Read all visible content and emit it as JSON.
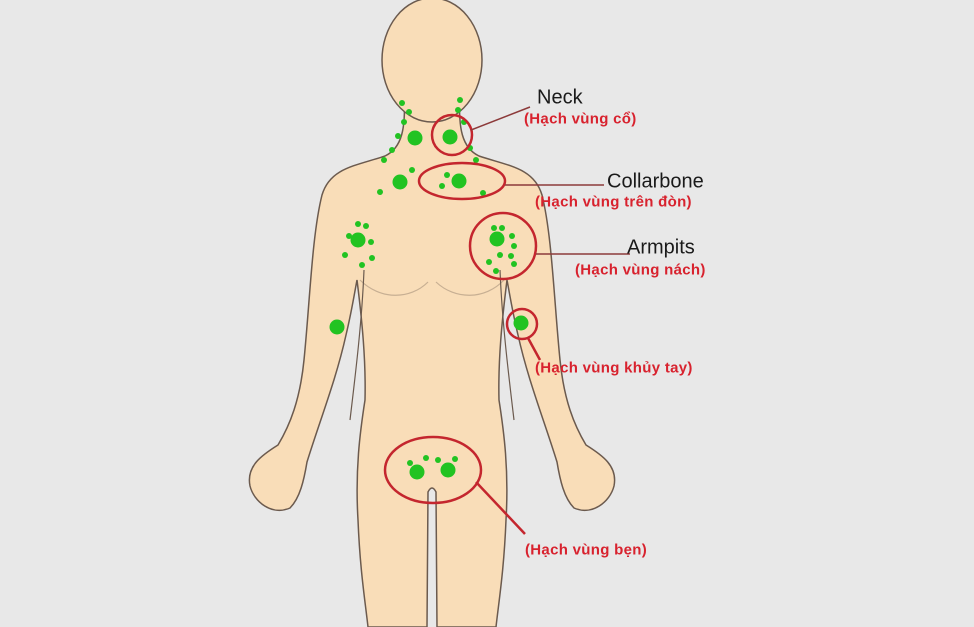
{
  "colors": {
    "background": "#e8e8e8",
    "skin": "#f9ddb8",
    "outline": "#6b5a4e",
    "node": "#22c322",
    "marker": "#c4262e",
    "label_vi": "#d8222e"
  },
  "labels": {
    "neck": {
      "en": "Neck",
      "vi": "(Hạch vùng cổ)"
    },
    "collarbone": {
      "en": "Collarbone",
      "vi": "(Hạch vùng trên đòn)"
    },
    "armpits": {
      "en": "Armpits",
      "vi": "(Hạch vùng nách)"
    },
    "elbow": {
      "vi": "(Hạch vùng khủy tay)"
    },
    "groin": {
      "vi": "(Hạch vùng bẹn)"
    }
  }
}
